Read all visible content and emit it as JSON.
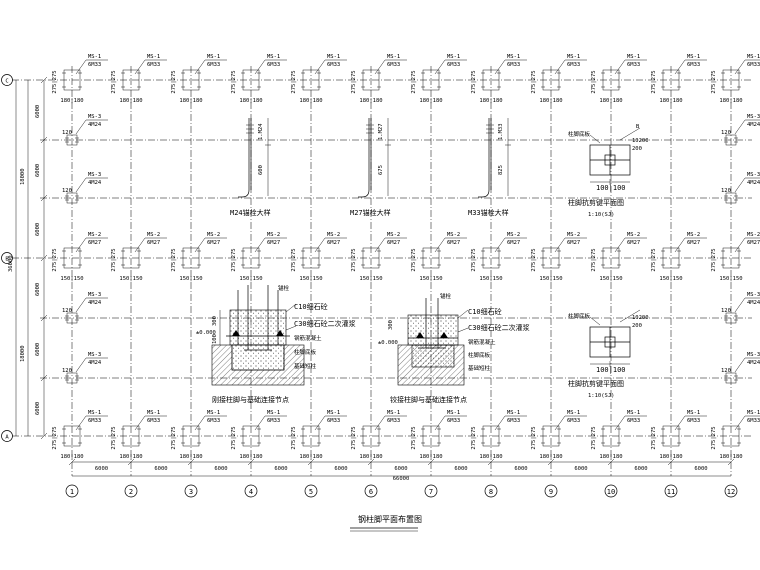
{
  "drawing": {
    "title": "钢柱脚平面布置图",
    "grid_cols": [
      "1",
      "2",
      "3",
      "4",
      "5",
      "6",
      "7",
      "8",
      "9",
      "10",
      "11",
      "12"
    ],
    "grid_rows": [
      "C",
      "B",
      "A"
    ],
    "bay_label": "6000",
    "overall_label": "66000",
    "left_dims": [
      "6000",
      "6000",
      "6000",
      "6000",
      "6000",
      "6000"
    ],
    "left_totals": [
      "18000",
      "18000"
    ],
    "left_overall": "36000",
    "tags": {
      "ms1": "MS-1",
      "bolt33": "6M33",
      "ms2": "MS-2",
      "bolt27": "6M27",
      "ms3": "MS-3",
      "bolt24": "4M24"
    },
    "plate_dim_top": "275|275",
    "plate_dim_side": "180|180",
    "plate_dim_120": "120",
    "plate_dim_150": "150|150",
    "details": {
      "m24_label": "M24锚栓大样",
      "m27_label": "M27锚栓大样",
      "m33_label": "M33锚栓大样",
      "plate1_label": "柱脚抗剪键平面图",
      "plate1_sub": "1:10(SJ)",
      "plate1_dim": "100|100",
      "plate1_note": "10200",
      "plate2_label": "柱脚抗剪键平面图",
      "plate2_sub": "1:10(SJ)",
      "plate2_dim": "100|100",
      "plate2_note": "10200",
      "base1_label": "刚接柱脚与基础连接节点",
      "base2_label": "铰接柱脚与基础连接节点",
      "c10": "C10细石砼",
      "c30": "C30细石砼二次灌浆",
      "elev": "±0.000",
      "d300": "300",
      "d100": "100",
      "note_a": "锚栓",
      "note_b": "钢筋混凝土",
      "note_c": "柱脚底板",
      "note_d": "基础短柱"
    }
  }
}
